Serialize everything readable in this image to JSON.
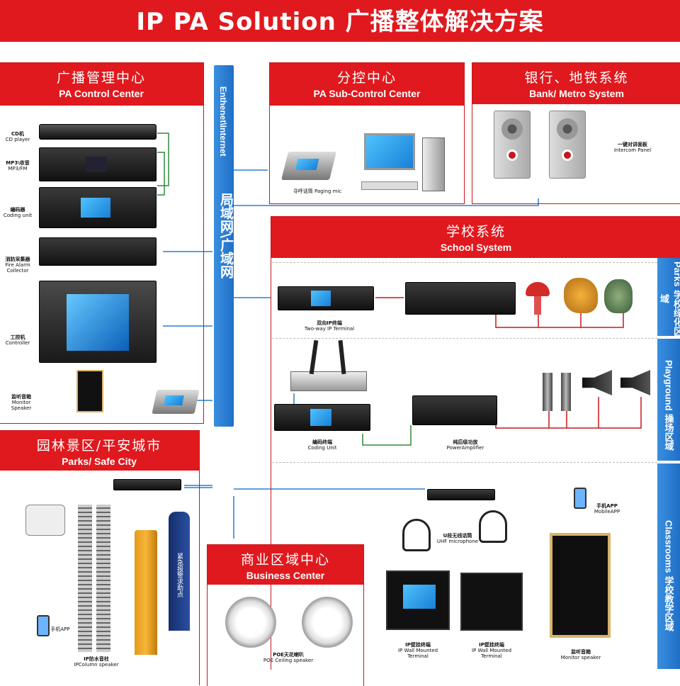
{
  "title": "IP PA Solution 广播整体解决方案",
  "colors": {
    "brand_red": "#e0191e",
    "network_blue": "#2a7fd4",
    "speaker_red": "#c8161b",
    "green_line": "#2e8b3a"
  },
  "backbone": {
    "en": "Enthenet\\Internet",
    "cn": "局域网\\广域网"
  },
  "pa_control": {
    "cn": "广播管理中心",
    "en": "PA Control Center",
    "devices": [
      {
        "cn": "CD机",
        "en": "CD player"
      },
      {
        "cn": "MP3\\收音",
        "en": "MP3/FM"
      },
      {
        "cn": "编码器",
        "en": "Coding unit"
      },
      {
        "cn": "消防采集器",
        "en": "Fire Alarm Collector"
      },
      {
        "cn": "工控机",
        "en": "Controller"
      },
      {
        "cn": "监听音箱",
        "en": "Monitor Speaker"
      }
    ]
  },
  "sub_control": {
    "cn": "分控中心",
    "en": "PA Sub-Control Center",
    "paging": {
      "cn": "寻呼话筒",
      "en": "Paging mic"
    }
  },
  "bank": {
    "cn": "银行、地铁系统",
    "en": "Bank/ Metro System",
    "panel": {
      "cn": "一键对讲面板",
      "en": "Intercom Panel"
    }
  },
  "school": {
    "cn": "学校系统",
    "en": "School System",
    "zones": [
      {
        "cn": "学校绿化区域",
        "en": "Parks"
      },
      {
        "cn": "操场区域",
        "en": "Playground"
      },
      {
        "cn": "学校教学区域",
        "en": "Classrooms"
      }
    ],
    "two_way": {
      "cn": "双向IP终端",
      "en": "Two-way IP Terminal"
    },
    "coding": {
      "cn": "编码终端",
      "en": "Coding Unit"
    },
    "amp": {
      "cn": "纯后级功放",
      "en": "PowerAmplifier"
    },
    "uhf": {
      "cn": "U段无线话筒",
      "en": "UHF microphone"
    },
    "mobile": {
      "cn": "手机APP",
      "en": "MobileAPP"
    },
    "wall1": {
      "cn": "IP壁挂终端",
      "en": "IP Wall Mounted Terminal"
    },
    "wall2": {
      "cn": "IP壁挂终端",
      "en": "IP Wall Mounted Terminal"
    },
    "monitor": {
      "cn": "监听音箱",
      "en": "Monitor speaker"
    }
  },
  "parks": {
    "cn": "园林景区/平安城市",
    "en": "Parks/ Safe City",
    "mobile": {
      "cn": "手机APP"
    },
    "column": {
      "cn": "IP防水音柱",
      "en": "IPColumn speaker"
    },
    "help": {
      "cn": "紧急报警求助点"
    }
  },
  "business": {
    "cn": "商业区域中心",
    "en": "Business Center",
    "ceiling": {
      "cn": "POE天花喇叭",
      "en": "POE Ceiling speaker"
    }
  }
}
